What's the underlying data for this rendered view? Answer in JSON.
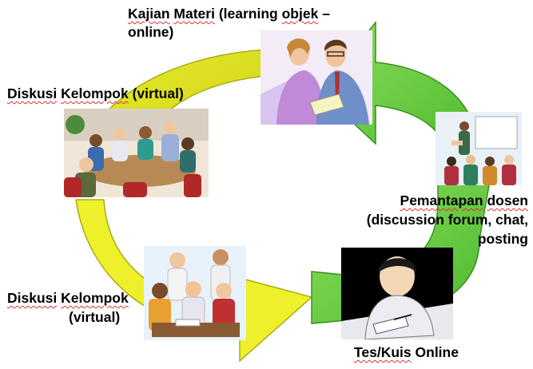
{
  "labels": {
    "kajian_line1_w1": "Kajian",
    "kajian_line1_w2": "Materi",
    "kajian_line1_w3": "(learning",
    "kajian_line1_w4": "objek",
    "kajian_line1_w5": "–",
    "kajian_line2": "online)",
    "diskusi_top_w1": "Diskusi",
    "diskusi_top_w2": "Kelompok",
    "diskusi_top_w3": "(virtual)",
    "pemantapan_line1_w1": "Pemantapan",
    "pemantapan_line1_w2": "dosen",
    "pemantapan_line2": "(discussion  forum, chat,",
    "pemantapan_line3": "posting",
    "diskusi_bottom_w1": "Diskusi",
    "diskusi_bottom_w2": "Kelompok",
    "diskusi_bottom_line2": "(virtual)",
    "tes_w1": "Tes/Kuis",
    "tes_w2": "Online"
  },
  "colors": {
    "arrow_yellow": "#e8ec2a",
    "arrow_yellow_dark": "#b8bd10",
    "arrow_green": "#66d040",
    "arrow_green_dark": "#3f9a28",
    "spellcheck_underline": "#e03030"
  },
  "illustrations": [
    "two-people-reading-book-clipart",
    "group-meeting-table-clipart",
    "lecturer-presenting-clipart",
    "team-working-at-desk-clipart",
    "student-writing-test-clipart"
  ]
}
